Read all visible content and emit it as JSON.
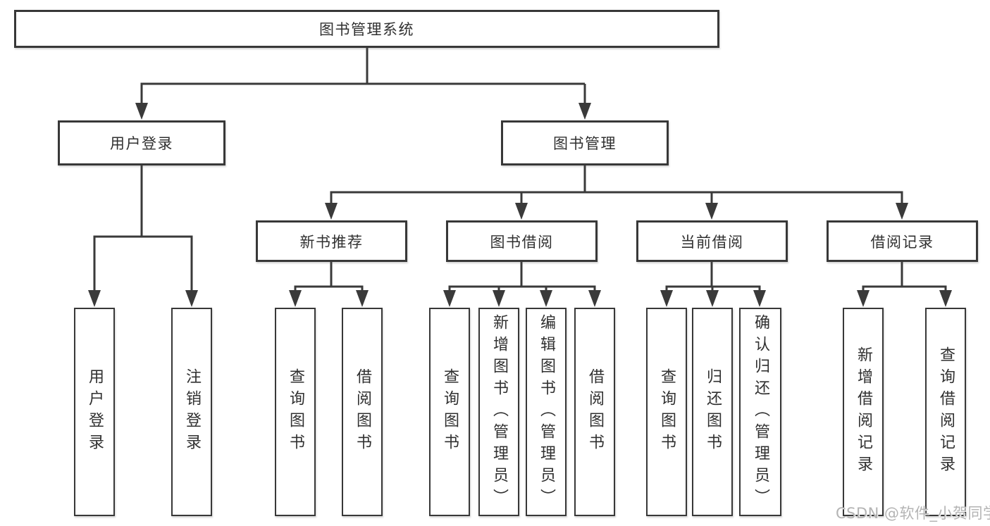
{
  "nodes": {
    "root": "图书管理系统",
    "user_login": "用户登录",
    "book_mgmt": "图书管理",
    "new_book_rec": "新书推荐",
    "book_borrow": "图书借阅",
    "current_borrow": "当前借阅",
    "borrow_records": "借阅记录",
    "leaf_user_login": "用户登录",
    "leaf_logout": "注销登录",
    "leaf_nb_query": "查询图书",
    "leaf_nb_borrow": "借阅图书",
    "leaf_bb_query": "查询图书",
    "leaf_bb_add": "新增图书（管理员）",
    "leaf_bb_edit": "编辑图书（管理员）",
    "leaf_bb_borrow": "借阅图书",
    "leaf_cb_query": "查询图书",
    "leaf_cb_return": "归还图书",
    "leaf_cb_confirm": "确认归还（管理员）",
    "leaf_br_add": "新增借阅记录",
    "leaf_br_query": "查询借阅记录"
  },
  "watermark": "CSDN @软件_小贺同学",
  "colors": {
    "line": "#3a3a3a",
    "border": "#383838",
    "text": "#303030",
    "watermark": "#b4b4b4",
    "background": "#ffffff"
  }
}
